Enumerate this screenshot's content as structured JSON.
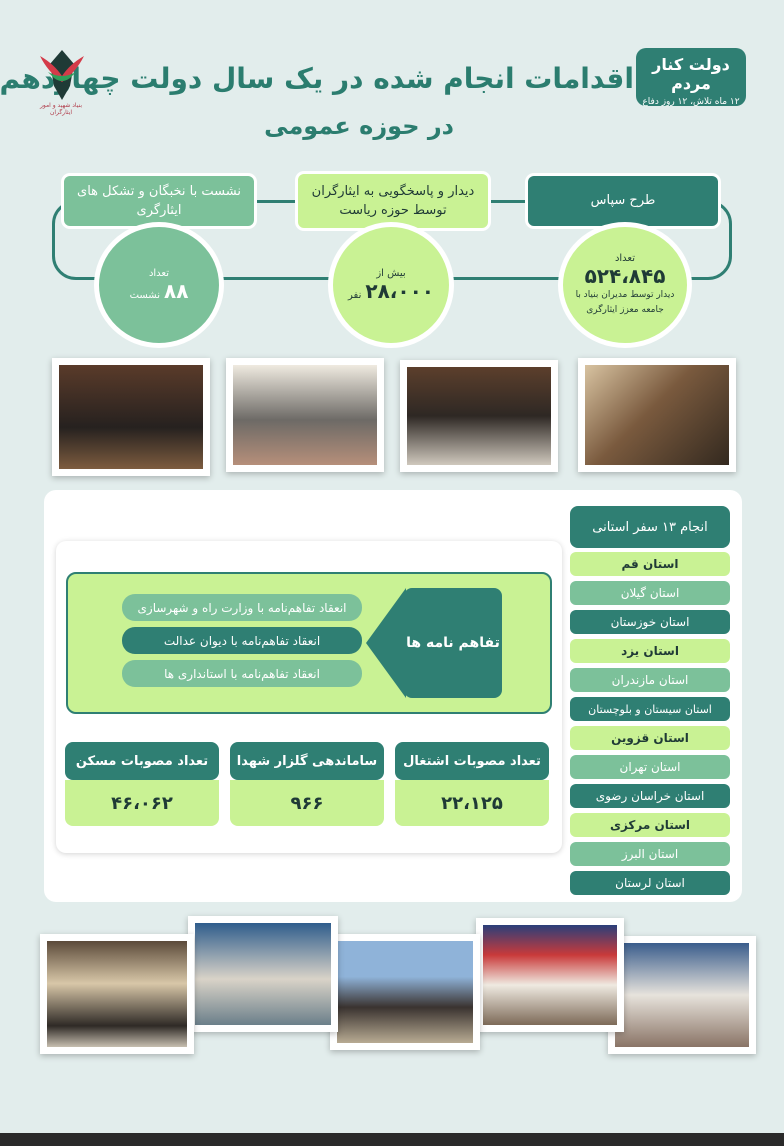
{
  "header": {
    "title": "اقدامات انجام شده در یک سال دولت چهاردهم",
    "subtitle": "در حوزه عمومی",
    "badge_title": "دولت کنار مردم",
    "badge_sub": "۱۲ ماه تلاش، ۱۲ روز دفاع",
    "emblem_caption": "بنیاد شهید و امور ایثارگران"
  },
  "top_cards": [
    {
      "label": "طرح سپاس",
      "count_label": "تعداد",
      "value": "۵۲۴،۸۴۵",
      "desc": "دیدار توسط مدیران بنیاد با جامعه معزز ایثارگری"
    },
    {
      "label": "دیدار و پاسخگویی به ایثارگران توسط حوزه ریاست",
      "count_label": "بیش از",
      "value": "۲۸،۰۰۰",
      "unit": "نفر"
    },
    {
      "label": "نشست با نخبگان و تشکل های ایثارگری",
      "count_label": "تعداد",
      "value": "۸۸",
      "unit": "نشست"
    }
  ],
  "provinces": {
    "title": "انجام ۱۳ سفر استانی",
    "items": [
      "استان قم",
      "استان گیلان",
      "استان خوزستان",
      "استان یزد",
      "استان مازندران",
      "استان سیستان و بلوچستان",
      "استان قزوین",
      "استان تهران",
      "استان خراسان رضوی",
      "استان مرکزی",
      "استان  البرز",
      "استان لرستان"
    ]
  },
  "mou": {
    "label": "تفاهم نامه ها",
    "items": [
      "انعقاد تفاهم‌نامه با وزارت راه و شهرسازی",
      "انعقاد تفاهم‌نامه با دیوان عدالت",
      "انعقاد تفاهم‌نامه با استانداری ها"
    ]
  },
  "stats": [
    {
      "label": "تعداد مصوبات اشتغال",
      "value": "۲۲،۱۲۵"
    },
    {
      "label": "ساماندهی گلزار شهدا",
      "value": "۹۶۶"
    },
    {
      "label": "تعداد مصوبات مسکن",
      "value": "۴۶،۰۶۲"
    }
  ],
  "colors": {
    "dark": "#2f7f73",
    "lime": "#c9f294",
    "mid": "#7cc19a",
    "background": "#e2edec"
  }
}
